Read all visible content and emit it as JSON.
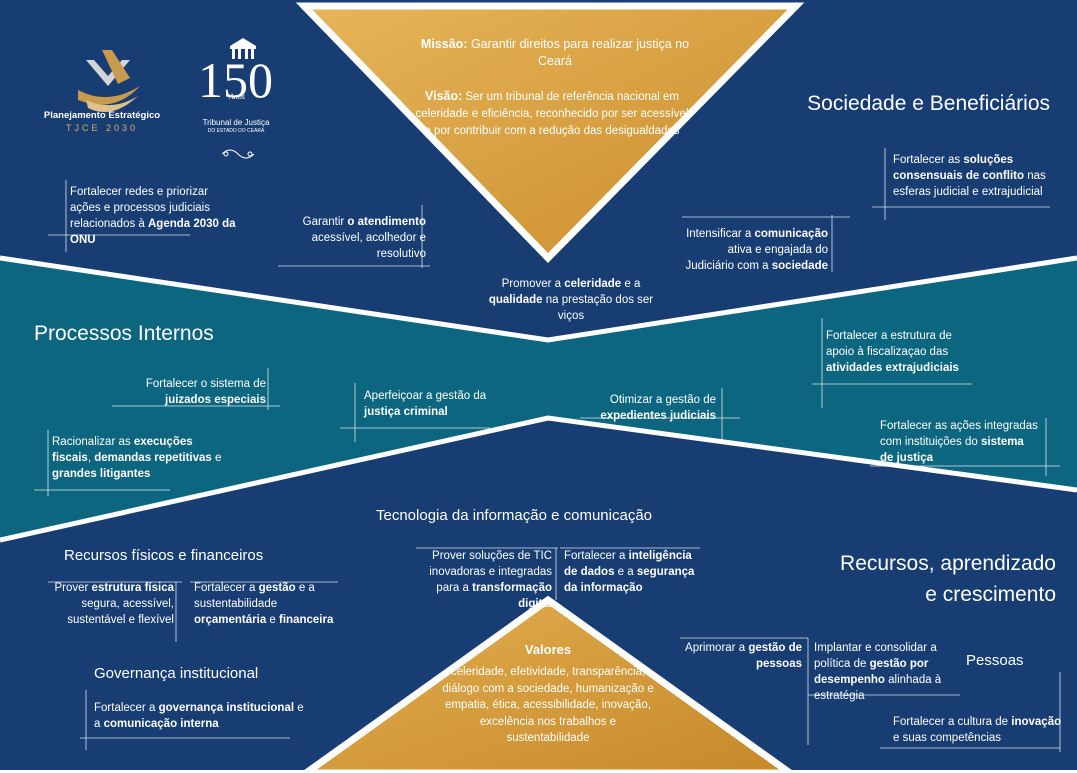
{
  "logos": {
    "plan_title": "Planejamento Estratégico",
    "plan_sub": "TJCE 2030",
    "anos_number": "150",
    "anos_word": "Anos",
    "tribunal_line1": "Tribunal de Justiça",
    "tribunal_line2": "DO ESTADO DO CEARÁ"
  },
  "top_triangle": {
    "missao_label": "Missão:",
    "missao_text": "Garantir direitos para realizar justiça no Ceará",
    "visao_label": "Visão:",
    "visao_text": "Ser um tribunal de referência nacional em celeridade e eficiência, reconhecido por ser acessível e por contribuir com a redução das desigualdades"
  },
  "bottom_triangle": {
    "valores_label": "Valores",
    "valores_text": "celeridade, efetividade, transparência, diálogo com a sociedade, humanização e empatia, ética, acessibilidade, inovação, excelência nos trabalhos e sustentabilidade"
  },
  "perspectives": {
    "sociedade": "Sociedade e Beneficiários",
    "processos": "Processos Internos",
    "tecnologia": "Tecnologia da informação e comunicação",
    "recursos_fisicos": "Recursos físicos e financeiros",
    "governanca": "Governança institucional",
    "recursos_aprendizado_1": "Recursos, aprendizado",
    "recursos_aprendizado_2": "e crescimento",
    "pessoas": "Pessoas"
  },
  "objectives": {
    "agenda_2030": [
      "Fortalecer redes e priorizar ações e processos judiciais relacionados à ",
      "Agenda 2030 da ONU"
    ],
    "atendimento": [
      "Garantir ",
      "o atendimento",
      " acessível, acolhedor e resolutivo"
    ],
    "celeridade": [
      "Promover a ",
      "celeridade",
      " e a ",
      "qualidade",
      " na prestação dos ser viços"
    ],
    "comunicacao": [
      "Intensificar a ",
      "comunicação",
      " ativa e engajada do Judiciário com a ",
      "sociedade"
    ],
    "solucoes": [
      "Fortalecer as ",
      "soluções consensuais de conflito",
      " nas esferas judicial e extrajudicial"
    ],
    "juizados": [
      "Fortalecer o sistema de ",
      "juizados especiais"
    ],
    "justica_criminal": [
      "Aperfeiçoar a gestão da ",
      "justiça criminal"
    ],
    "expedientes": [
      "Otimizar a gestão de ",
      "expedientes judiciais"
    ],
    "extrajudiciais": [
      "Fortalecer a estrutura de apoio à fiscalizaçao das ",
      "atividades extrajudiciais"
    ],
    "sistema_justica": [
      "Fortalecer as ações integradas com instituições do ",
      "sistema de justiça"
    ],
    "execucoes": [
      "Racionalizar as ",
      "execuções fiscais",
      ", ",
      "demandas repetitivas",
      " e ",
      "grandes litigantes"
    ],
    "tic": [
      "Prover soluções de TIC inovadoras e integradas para a ",
      "transformação digital"
    ],
    "inteligencia": [
      "Fortalecer a ",
      "inteligência de dados",
      " e a ",
      "segurança da informação"
    ],
    "estrutura_fisica": [
      "Prover ",
      "estrutura física",
      " segura, acessível, sustentável e flexível"
    ],
    "gestao_orcamentaria": [
      "Fortalecer a ",
      "gestão",
      " e a sustentabilidade ",
      "orçamentária",
      " e ",
      "financeira"
    ],
    "governanca": [
      "Fortalecer a ",
      "governança institucional",
      " e a ",
      "comunicação interna"
    ],
    "gestao_pessoas": [
      "Aprimorar a ",
      "gestão de pessoas"
    ],
    "desempenho": [
      "Implantar e consolidar a política de ",
      "gestão por desempenho",
      " alinhada à estratégia"
    ],
    "inovacao": [
      "Fortalecer a cultura de ",
      "inovação",
      " e suas competências"
    ]
  },
  "colors": {
    "navy": "#173d73",
    "teal": "#0d6680",
    "gold_light": "#e0ad4c",
    "gold_dark": "#c7892a",
    "white": "#ffffff"
  }
}
